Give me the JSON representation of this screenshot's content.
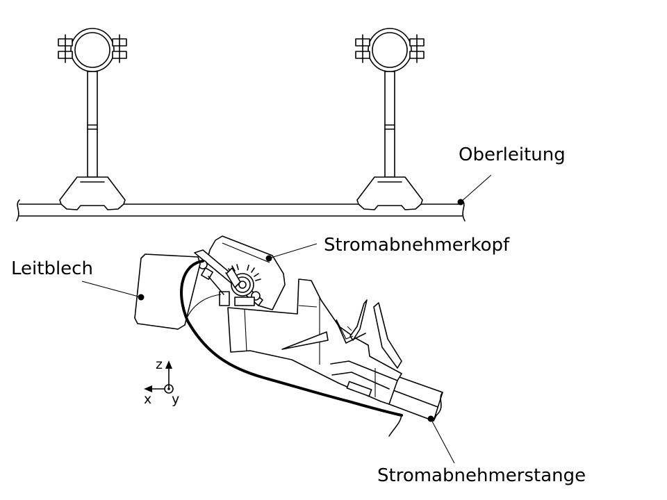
{
  "labels": {
    "overhead_line": "Oberleitung",
    "collector_head": "Stromabnehmerkopf",
    "guide_plate": "Leitblech",
    "collector_pole": "Stromabnehmerstange"
  },
  "axes": {
    "z": "z",
    "x": "x",
    "y": "y"
  }
}
